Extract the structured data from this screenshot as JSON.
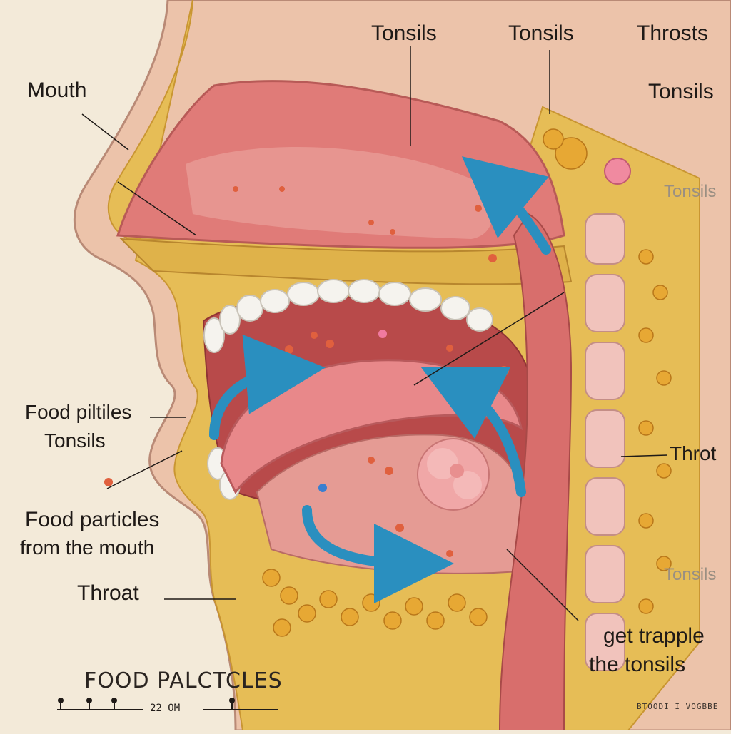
{
  "labels": {
    "top_tonsils_1": "Tonsils",
    "top_tonsils_2": "Tonsils",
    "top_throsts": "Throsts",
    "right_tonsils": "Tonsils",
    "right_tonsils_faint": "Tonsils",
    "mouth": "Mouth",
    "food_piltiles": "Food piltiles",
    "left_tonsils": "Tonsils",
    "food_particles_line1": "Food particles",
    "food_particles_line2": "from the mouth",
    "throat_left": "Throat",
    "throat_right": "Throt",
    "right_tonsils_lower_faint": "Tonsils",
    "get_trapple": "get trapple",
    "the_tonsils": "the tonsils",
    "bottom_title": "FOOD PALCTCLES",
    "scale": "22 OM",
    "footer_tiny": "BTOODI I VOGBBE"
  },
  "colors": {
    "background": "#f3ead9",
    "skin": "#e8bfa6",
    "tissue": "#e58a86",
    "fat": "#e3b84a",
    "arrow": "#2a8fbf"
  }
}
